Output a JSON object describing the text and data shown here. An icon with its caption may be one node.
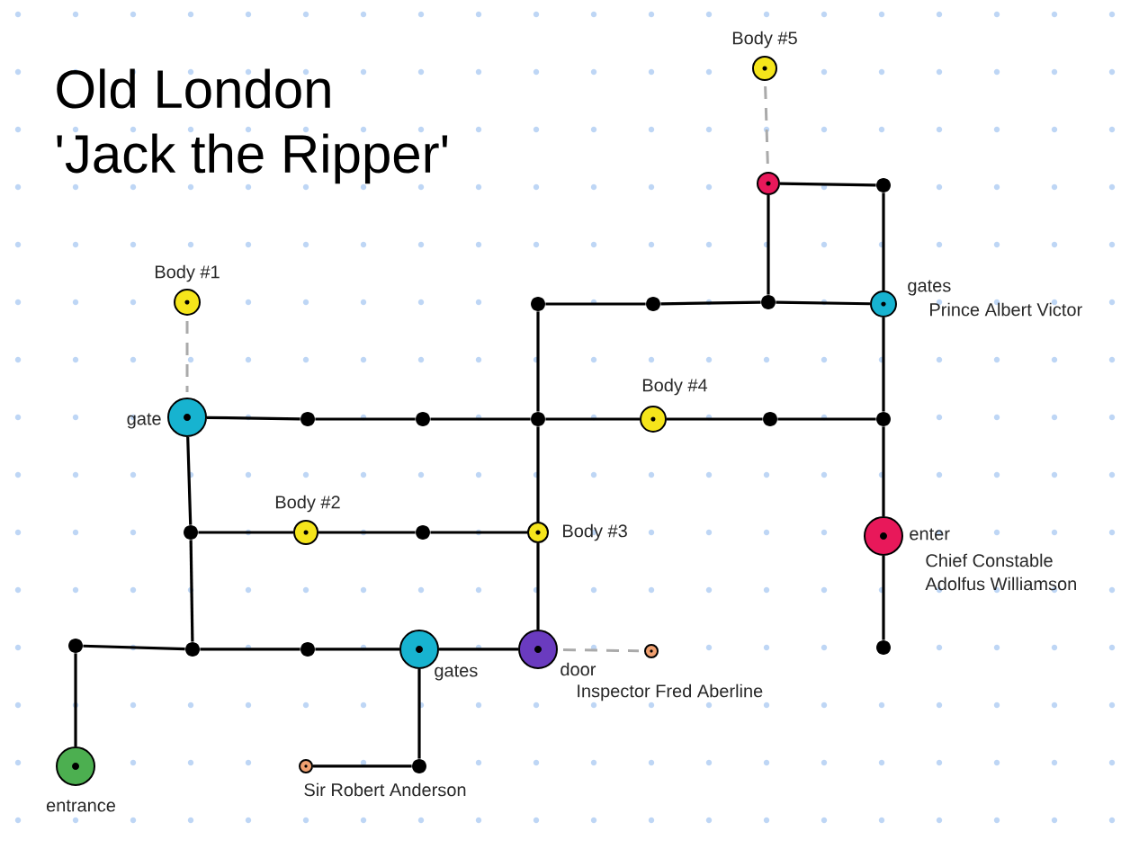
{
  "diagram": {
    "title": "Old London 'Jack the Ripper'",
    "nodes": [
      {
        "text": [],
        "shape": "circle",
        "beside": [
          "Body #5"
        ]
      },
      {
        "text": [],
        "shape": "circle"
      },
      {
        "text": [],
        "shape": "dot"
      },
      {
        "text": [],
        "shape": "circle",
        "beside": [
          "Body #1"
        ]
      },
      {
        "text": [],
        "shape": "dot"
      },
      {
        "text": [],
        "shape": "dot"
      },
      {
        "text": [],
        "shape": "dot"
      },
      {
        "text": [],
        "shape": "circle",
        "beside": [
          "gates",
          "Prince Albert Victor"
        ]
      },
      {
        "text": [],
        "shape": "circle",
        "beside": [
          "gate"
        ]
      },
      {
        "text": [],
        "shape": "dot"
      },
      {
        "text": [],
        "shape": "dot"
      },
      {
        "text": [],
        "shape": "dot"
      },
      {
        "text": [],
        "shape": "circle",
        "beside": [
          "Body #4"
        ]
      },
      {
        "text": [],
        "shape": "dot"
      },
      {
        "text": [],
        "shape": "dot"
      },
      {
        "text": [],
        "shape": "dot"
      },
      {
        "text": [],
        "shape": "circle",
        "beside": [
          "Body #2"
        ]
      },
      {
        "text": [],
        "shape": "dot"
      },
      {
        "text": [],
        "shape": "circle",
        "beside": [
          "Body #3"
        ]
      },
      {
        "text": [],
        "shape": "circle",
        "beside": [
          "enter",
          "Chief Constable Adolfus Williamson"
        ]
      },
      {
        "text": [],
        "shape": "dot"
      },
      {
        "text": [],
        "shape": "dot"
      },
      {
        "text": [],
        "shape": "dot"
      },
      {
        "text": [],
        "shape": "circle",
        "beside": [
          "gates"
        ]
      },
      {
        "text": [],
        "shape": "circle",
        "beside": [
          "door",
          "Inspector Fred Aberline"
        ]
      },
      {
        "text": [],
        "shape": "circle"
      },
      {
        "text": [],
        "shape": "dot"
      },
      {
        "text": [],
        "shape": "circle",
        "beside": [
          "entrance"
        ]
      },
      {
        "text": [],
        "shape": "circle",
        "beside": [
          "Sir Robert Anderson"
        ]
      },
      {
        "text": [],
        "shape": "dot"
      }
    ],
    "edges": [
      {
        "from": 0,
        "to": 1,
        "arrow": "none",
        "style": "dashed",
        "color": "#aaaaaa"
      },
      {
        "from": 1,
        "to": 2,
        "arrow": "none"
      },
      {
        "from": 1,
        "to": 6,
        "arrow": "none"
      },
      {
        "from": 2,
        "to": 7,
        "arrow": "none"
      },
      {
        "from": 3,
        "to": 8,
        "arrow": "none",
        "style": "dashed",
        "color": "#aaaaaa"
      },
      {
        "from": 4,
        "to": 5,
        "arrow": "none"
      },
      {
        "from": 5,
        "to": 6,
        "arrow": "none"
      },
      {
        "from": 6,
        "to": 7,
        "arrow": "none"
      },
      {
        "from": 4,
        "to": 11,
        "arrow": "none"
      },
      {
        "from": 7,
        "to": 14,
        "arrow": "none"
      },
      {
        "from": 8,
        "to": 9,
        "arrow": "none"
      },
      {
        "from": 9,
        "to": 10,
        "arrow": "none"
      },
      {
        "from": 10,
        "to": 11,
        "arrow": "none"
      },
      {
        "from": 11,
        "to": 12,
        "arrow": "none"
      },
      {
        "from": 12,
        "to": 13,
        "arrow": "none"
      },
      {
        "from": 13,
        "to": 14,
        "arrow": "none"
      },
      {
        "from": 8,
        "to": 15,
        "arrow": "none"
      },
      {
        "from": 14,
        "to": 19,
        "arrow": "none"
      },
      {
        "from": 15,
        "to": 16,
        "arrow": "none"
      },
      {
        "from": 16,
        "to": 17,
        "arrow": "none"
      },
      {
        "from": 17,
        "to": 18,
        "arrow": "none"
      },
      {
        "from": 11,
        "to": 18,
        "arrow": "none"
      },
      {
        "from": 18,
        "to": 24,
        "arrow": "none"
      },
      {
        "from": 15,
        "to": 21,
        "arrow": "none"
      },
      {
        "from": 19,
        "to": 26,
        "arrow": "none"
      },
      {
        "from": 20,
        "to": 21,
        "arrow": "none"
      },
      {
        "from": 21,
        "to": 22,
        "arrow": "none"
      },
      {
        "from": 22,
        "to": 23,
        "arrow": "none"
      },
      {
        "from": 23,
        "to": 24,
        "arrow": "none"
      },
      {
        "from": 20,
        "to": 27,
        "arrow": "none"
      },
      {
        "from": 23,
        "to": 29,
        "arrow": "none"
      },
      {
        "from": 29,
        "to": 28,
        "arrow": "none"
      },
      {
        "from": 24,
        "to": 25,
        "arrow": "none",
        "style": "dashed",
        "color": "#aaaaaa"
      }
    ]
  }
}
